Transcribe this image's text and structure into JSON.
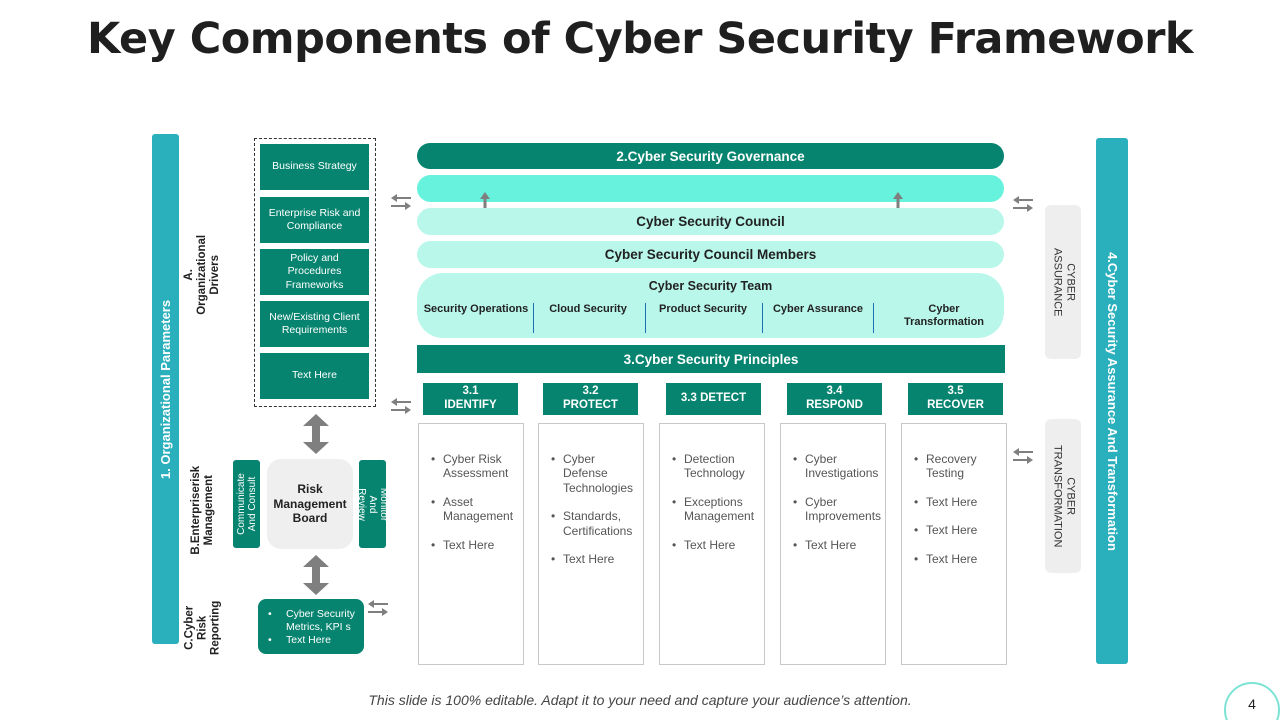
{
  "title": "Key Components of Cyber Security Framework",
  "colors": {
    "primary": "#07846f",
    "teal_bar": "#2aafbd",
    "cyan": "#66f2dc",
    "light": "#b8f7ea",
    "grey_arrow": "#7f7f7f"
  },
  "left_bar": "1. Organizational Parameters",
  "right_bar": "4.Cyber Security Assurance And Transformation",
  "sections": {
    "org_drivers": "A.  Organizational Drivers",
    "enterprise_risk": "B.Enterpriserisk Management",
    "cyber_risk_reporting": "C.Cyber Risk Reporting"
  },
  "drivers": [
    "Business Strategy",
    "Enterprise Risk and Compliance",
    "Policy and Procedures Frameworks",
    "New/Existing Client Requirements",
    "Text Here"
  ],
  "risk_board": {
    "title": "Risk Management Board",
    "left_label": "Communicate And Consult",
    "right_label": "Monitor And Review"
  },
  "reporting_items": [
    "Cyber Security Metrics, KPI  s",
    "Text Here"
  ],
  "governance": {
    "title": "2.Cyber Security Governance",
    "council": "Cyber Security Council",
    "council_members": "Cyber Security Council Members",
    "team_title": "Cyber Security Team",
    "team": [
      "Security Operations",
      "Cloud Security",
      "Product Security",
      "Cyber Assurance",
      "Cyber Transformation"
    ]
  },
  "principles": {
    "title": "3.Cyber Security Principles",
    "columns": [
      {
        "heading": "3.1 IDENTIFY",
        "items": [
          "Cyber Risk Assessment",
          "Asset Management",
          "Text Here"
        ]
      },
      {
        "heading": "3.2 PROTECT",
        "items": [
          "Cyber Defense Technologies",
          "Standards, Certifications",
          "Text Here"
        ]
      },
      {
        "heading": "3.3 DETECT",
        "items": [
          "Detection Technology",
          "Exceptions Management",
          "Text Here"
        ]
      },
      {
        "heading": "3.4 RESPOND",
        "items": [
          "Cyber Investigations",
          "Cyber Improvements",
          "Text Here"
        ]
      },
      {
        "heading": "3.5 RECOVER",
        "items": [
          "Recovery Testing",
          "Text Here",
          "Text Here",
          "Text Here"
        ]
      }
    ]
  },
  "side_labels": {
    "assurance": "CYBER ASSURANCE",
    "transformation": "CYBER TRANSFORMATION"
  },
  "footer": "This slide is 100% editable.  Adapt it to your need and capture your audience’s attention.",
  "page_number": "4"
}
